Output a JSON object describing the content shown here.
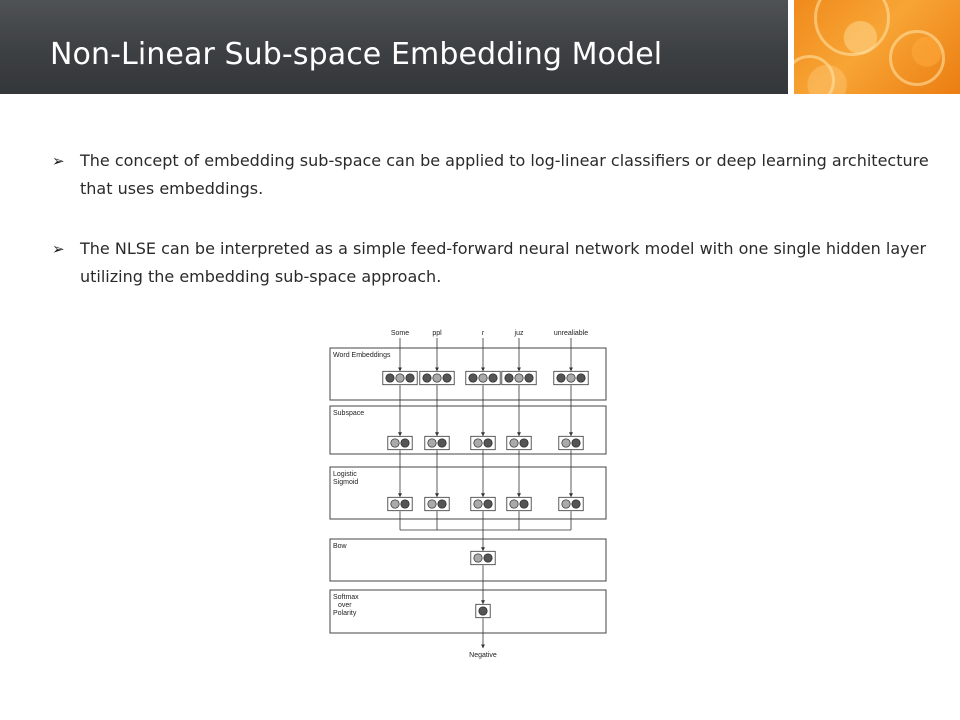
{
  "slide": {
    "title": "Non-Linear Sub-space Embedding Model",
    "bullet_marker": "➢",
    "bullets": [
      "The concept of embedding sub-space can be applied to log-linear classifiers or deep learning architecture that uses embeddings.",
      "The NLSE can be interpreted as a simple feed-forward neural network model with one single hidden layer utilizing the embedding sub-space approach."
    ]
  },
  "diagram": {
    "inputs": [
      "Some",
      "ppl",
      "r",
      "juz",
      "unrealiable"
    ],
    "layers": [
      "Word Embeddings",
      "Subspace",
      "Logistic\nSigmoid",
      "Bow",
      "Softmax\nover\nPolarity"
    ],
    "output": "Negative"
  },
  "colors": {
    "header_dark": "#3d4042",
    "accent_orange": "#f39a2b",
    "node_dark": "#555555",
    "node_light": "#aaaaaa"
  }
}
